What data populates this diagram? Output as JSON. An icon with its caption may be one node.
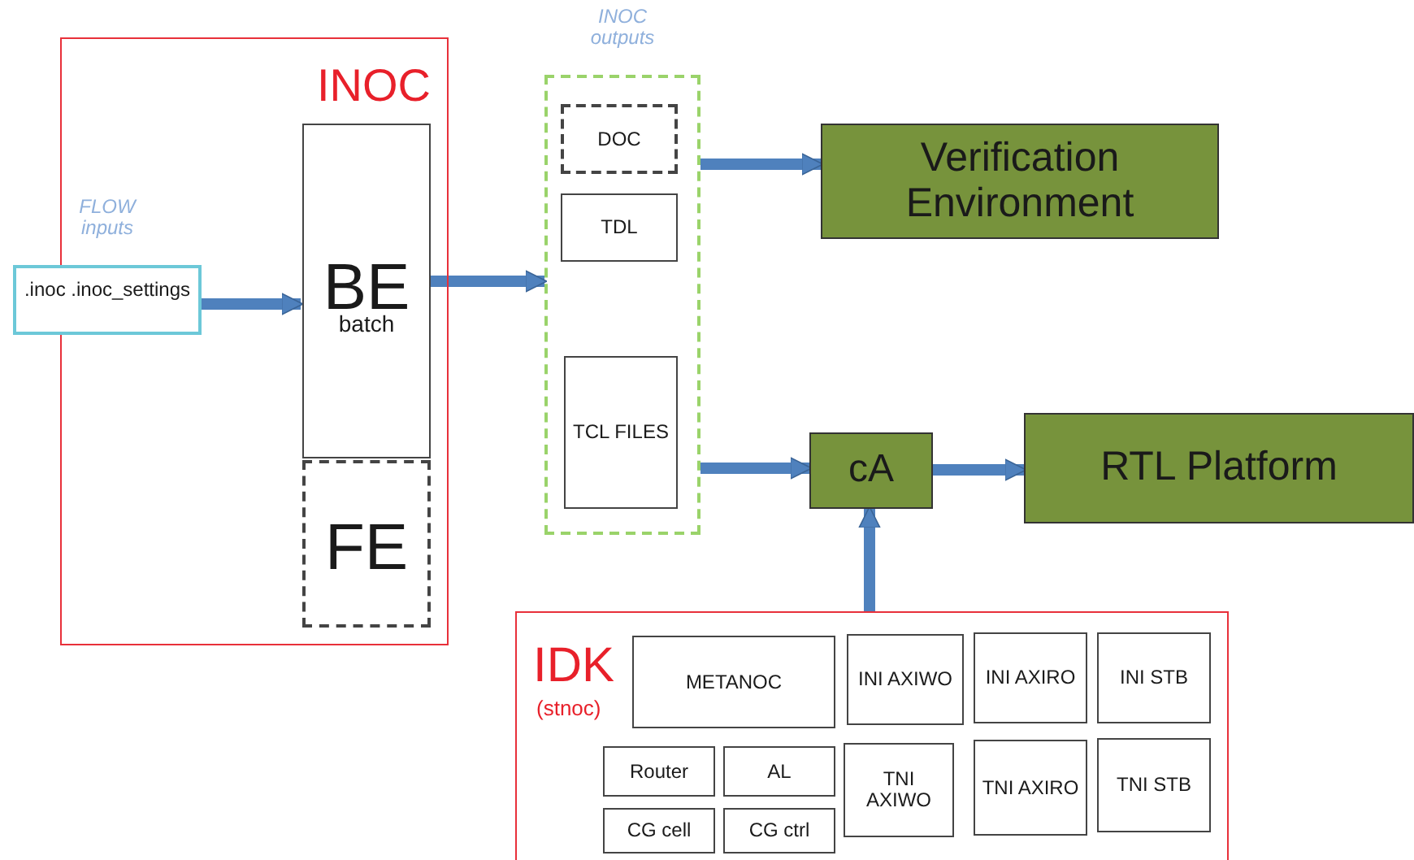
{
  "diagram": {
    "nodes": [
      {
        "text": [
          "INOC"
        ]
      },
      {
        "text": [
          "BE",
          "batch"
        ],
        "in": 0
      },
      {
        "text": [
          "FE"
        ],
        "in": 0
      },
      {
        "text": [
          ".inoc .inoc_settings"
        ],
        "beside": [
          "FLOW inputs"
        ]
      },
      {
        "text": [
          "INOC outputs"
        ]
      },
      {
        "text": [
          "DOC"
        ],
        "in": 4
      },
      {
        "text": [
          "TDL"
        ],
        "in": 4
      },
      {
        "text": [
          "TCL FILES"
        ],
        "in": 4
      },
      {
        "text": [
          "Verification Environment"
        ]
      },
      {
        "text": [
          "cA"
        ]
      },
      {
        "text": [
          "RTL Platform"
        ]
      },
      {
        "text": [
          "IDK",
          "(stnoc)"
        ]
      },
      {
        "text": [
          "METANOC"
        ],
        "in": 11
      },
      {
        "text": [
          "INI AXIWO"
        ],
        "in": 11
      },
      {
        "text": [
          "INI AXIRO"
        ],
        "in": 11
      },
      {
        "text": [
          "INI STB"
        ],
        "in": 11
      },
      {
        "text": [
          "Router"
        ],
        "in": 11
      },
      {
        "text": [
          "AL"
        ],
        "in": 11
      },
      {
        "text": [
          "TNI AXIWO"
        ],
        "in": 11
      },
      {
        "text": [
          "TNI AXIRO"
        ],
        "in": 11
      },
      {
        "text": [
          "TNI STB"
        ],
        "in": 11
      },
      {
        "text": [
          "CG cell"
        ],
        "in": 11
      },
      {
        "text": [
          "CG ctrl"
        ],
        "in": 11
      }
    ],
    "edges": [
      {
        "from": 3,
        "to": 1,
        "arrow": "to"
      },
      {
        "from": 1,
        "to": 4,
        "arrow": "to"
      },
      {
        "from": 4,
        "to": 8,
        "arrow": "to"
      },
      {
        "from": 4,
        "to": 9,
        "arrow": "to"
      },
      {
        "from": 9,
        "to": 10,
        "arrow": "to"
      },
      {
        "from": 11,
        "to": 9,
        "arrow": "to"
      }
    ]
  }
}
